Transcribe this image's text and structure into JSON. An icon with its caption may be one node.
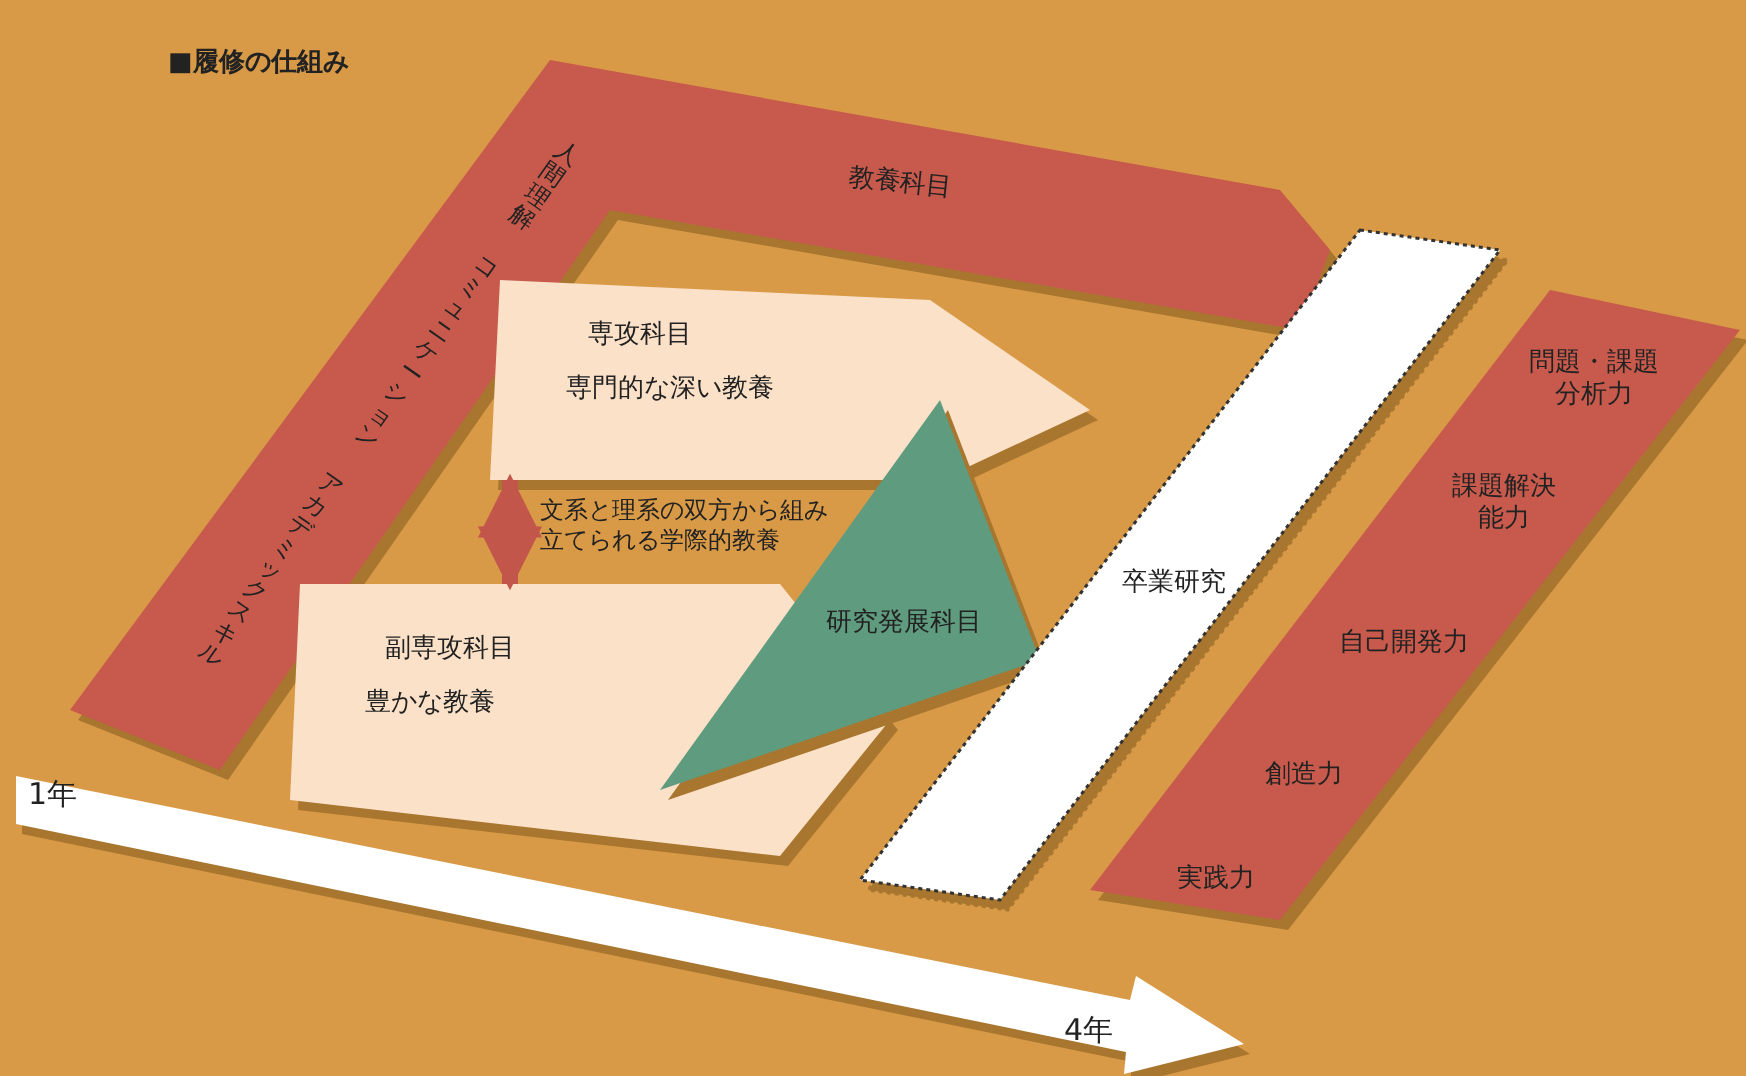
{
  "diagram": {
    "title": "■履修の仕組み",
    "nodes": [
      {
        "text": [
          "教養科目",
          "人間理解",
          "コミュニケーション",
          "アカデミックスキル"
        ]
      },
      {
        "text": [
          "専攻科目",
          "専門的な深い教養"
        ]
      },
      {
        "text": [
          "副専攻科目",
          "豊かな教養"
        ]
      },
      {
        "text": [
          "研究発展科目"
        ]
      },
      {
        "text": [
          "卒業研究"
        ]
      },
      {
        "text": [
          "問題・課題分析力",
          "課題解決能力",
          "自己開発力",
          "創造力",
          "実践力"
        ]
      }
    ],
    "edges": [
      {
        "from": 1,
        "to": 2,
        "arrow": "both"
      }
    ],
    "labels": [
      "文系と理系の双方から組み立てられる学際的教養",
      "1年",
      "4年"
    ]
  }
}
